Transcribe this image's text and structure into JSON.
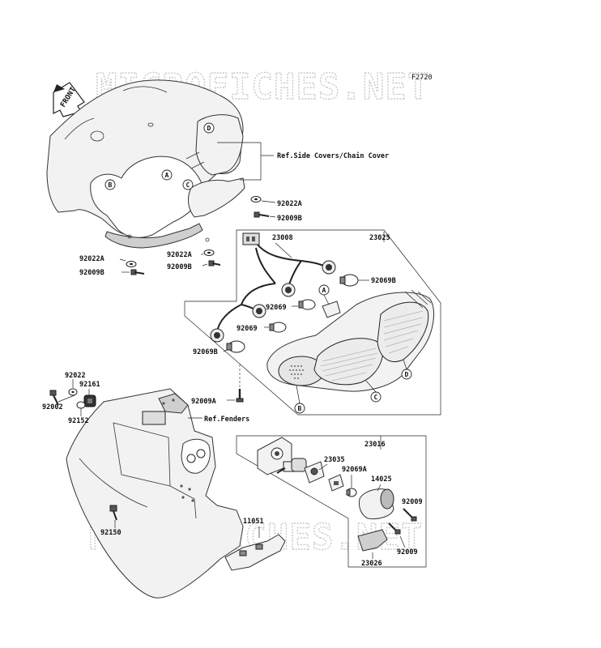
{
  "figure_code": "F2720",
  "front_arrow": "FRONT",
  "watermark": "MICROFICHES.NET",
  "reference_notes": {
    "side_covers": "Ref.Side Covers/Chain Cover",
    "fenders": "Ref.Fenders"
  },
  "callouts": {
    "A": "A",
    "B": "B",
    "C": "C",
    "D": "D"
  },
  "part_labels": {
    "p92022A_1": "92022A",
    "p92009B_1": "92009B",
    "p92022A_2": "92022A",
    "p92009B_2": "92009B",
    "p92022A_3": "92022A",
    "p92009B_3": "92009B",
    "p23008": "23008",
    "p23025": "23025",
    "p92069B_1": "92069B",
    "p92069_1": "92069",
    "p92069_2": "92069",
    "p92069B_2": "92069B",
    "p92009A_1": "92009A",
    "p92022": "92022",
    "p92161": "92161",
    "p92002": "92002",
    "p92152": "92152",
    "p23016": "23016",
    "p23035": "23035",
    "p92069A": "92069A",
    "p14025": "14025",
    "p92009_1": "92009",
    "p92150": "92150",
    "p11051": "11051",
    "p92009_2": "92009",
    "p23026": "23026"
  }
}
